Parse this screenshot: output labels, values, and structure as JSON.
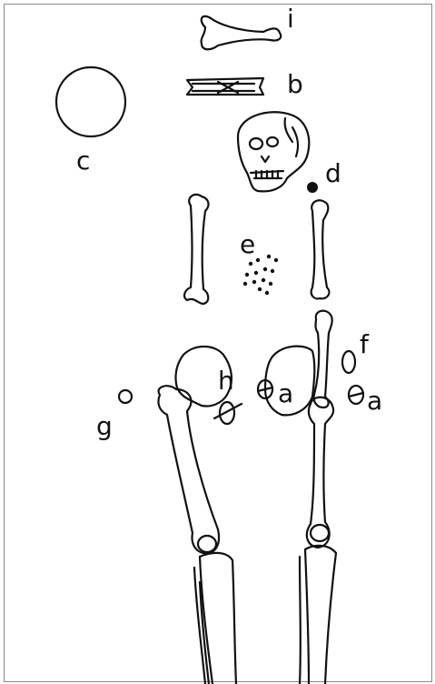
{
  "labels": {
    "a": "a",
    "b": "b",
    "c": "c",
    "d": "d",
    "e": "e",
    "f": "f",
    "g": "g",
    "h": "h",
    "i": "i"
  },
  "colors": {
    "ink": "#111111",
    "background": "#ffffff",
    "border": "#888888"
  }
}
